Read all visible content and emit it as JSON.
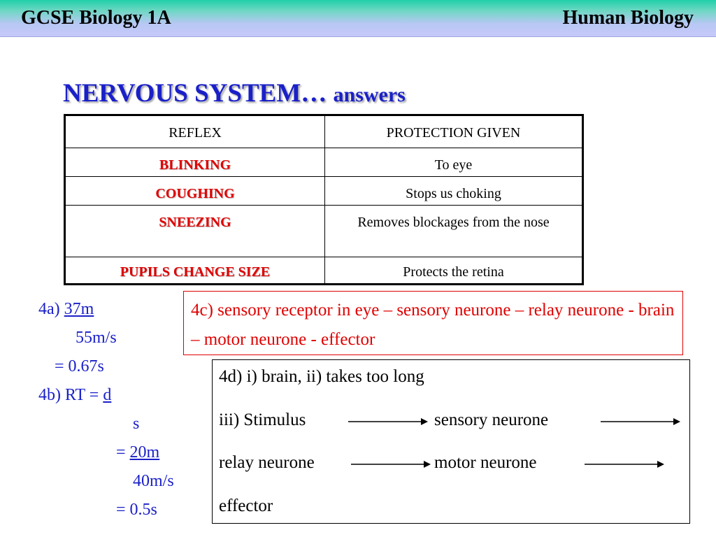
{
  "header": {
    "left": "GCSE Biology 1A",
    "right": "Human Biology"
  },
  "title": {
    "main": "NERVOUS SYSTEM…",
    "sub": "answers"
  },
  "table": {
    "headers": [
      "REFLEX",
      "PROTECTION GIVEN"
    ],
    "rows": [
      {
        "reflex": "BLINKING",
        "protection": "To eye"
      },
      {
        "reflex": "COUGHING",
        "protection": "Stops us choking"
      },
      {
        "reflex": "SNEEZING",
        "protection": "Removes blockages from the nose"
      },
      {
        "reflex": "PUPILS CHANGE SIZE",
        "protection": "Protects the retina"
      }
    ]
  },
  "calc": {
    "a_label": "4a)",
    "a_num": "37m",
    "a_den": "55m/s",
    "a_eq": "= 0.67s",
    "b_label": "4b) RT =",
    "b_num": "d",
    "b_den": "s",
    "b_eq1_prefix": "=",
    "b_eq1_num": "20m",
    "b_eq1_den": "40m/s",
    "b_eq2": "= 0.5s"
  },
  "box_4c": {
    "text": "4c) sensory receptor in eye – sensory neurone – relay neurone - brain – motor neurone - effector"
  },
  "box_4d": {
    "line1": "4d) i) brain, ii) takes too long",
    "stimulus": "iii) Stimulus",
    "sensory": "sensory neurone",
    "relay": "relay neurone",
    "motor": "motor neurone",
    "effector": "effector"
  },
  "colors": {
    "title_blue": "#1a20c8",
    "answer_red": "#e00000"
  }
}
